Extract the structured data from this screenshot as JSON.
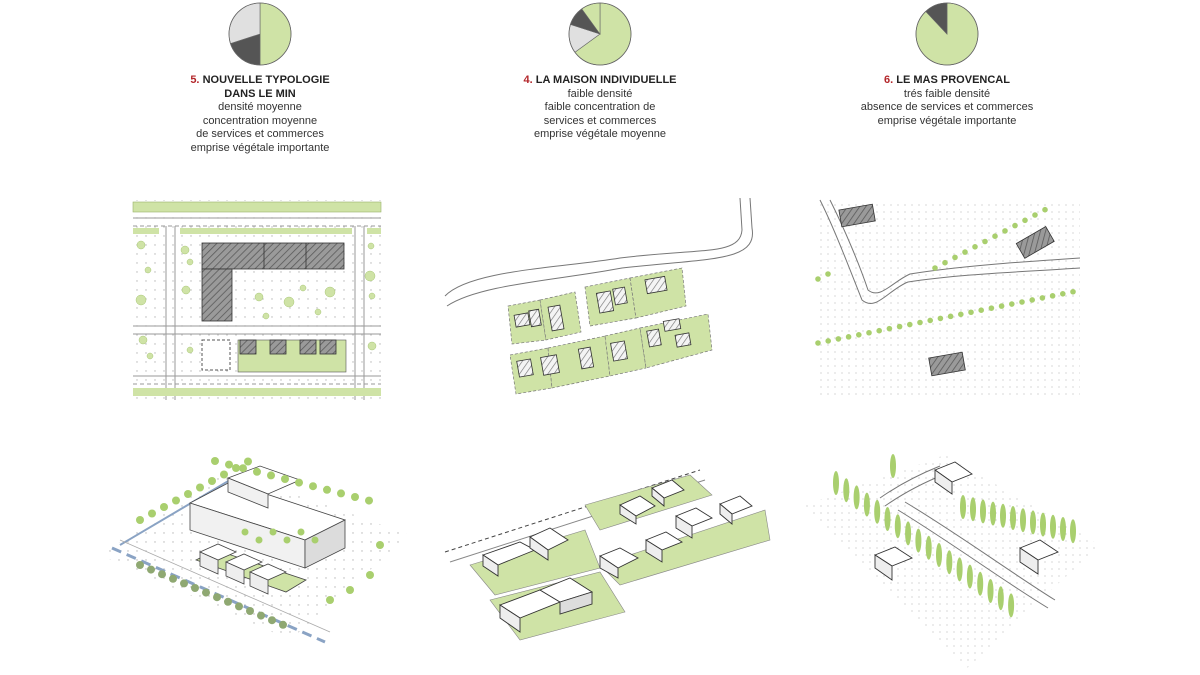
{
  "colors": {
    "green": "#cfe3a6",
    "green_tree": "#a9cf6e",
    "dark_building": "#555555",
    "light_gray": "#e0e0e0",
    "accent_number": "#b3262a",
    "road_blue": "#8aa3c4"
  },
  "columns": [
    {
      "number": "5.",
      "title_line1": "NOUVELLE TYPOLOGIE",
      "title_line2": "DANS LE MIN",
      "lines": [
        "densité moyenne",
        "concentration moyenne",
        "de services et commerces",
        "emprise végétale importante"
      ],
      "pie": [
        {
          "label": "green",
          "fraction": 0.5,
          "color": "#cfe3a6"
        },
        {
          "label": "dark",
          "fraction": 0.2,
          "color": "#555555"
        },
        {
          "label": "light",
          "fraction": 0.3,
          "color": "#e0e0e0"
        }
      ]
    },
    {
      "number": "4.",
      "title_line1": "LA MAISON INDIVIDUELLE",
      "title_line2": "",
      "lines": [
        "faible densité",
        "faible concentration de",
        "services et commerces",
        "emprise végétale moyenne"
      ],
      "pie": [
        {
          "label": "green",
          "fraction": 0.65,
          "color": "#cfe3a6"
        },
        {
          "label": "light",
          "fraction": 0.15,
          "color": "#e0e0e0"
        },
        {
          "label": "dark",
          "fraction": 0.1,
          "color": "#555555"
        },
        {
          "label": "green2",
          "fraction": 0.1,
          "color": "#cfe3a6"
        }
      ]
    },
    {
      "number": "6.",
      "title_line1": "LE MAS PROVENCAL",
      "title_line2": "",
      "lines": [
        "trés faible densité",
        "absence de services et commerces",
        "emprise végétale importante"
      ],
      "pie": [
        {
          "label": "green",
          "fraction": 0.88,
          "color": "#cfe3a6"
        },
        {
          "label": "dark",
          "fraction": 0.12,
          "color": "#555555"
        }
      ]
    }
  ]
}
